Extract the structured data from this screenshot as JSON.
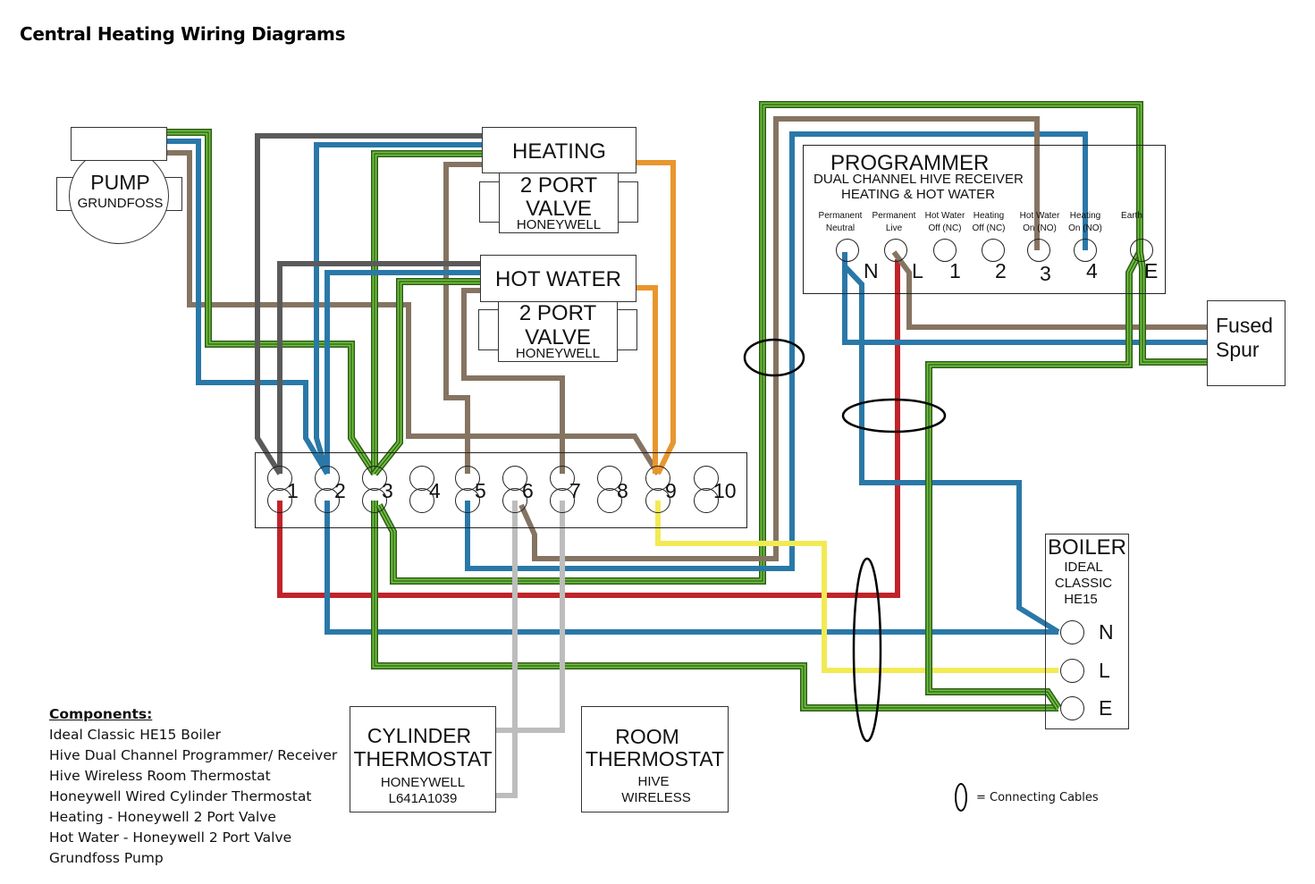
{
  "title": "Central Heating Wiring Diagrams",
  "pump": {
    "title": "PUMP",
    "brand": "GRUNDFOSS"
  },
  "heating_valve": {
    "title": "HEATING",
    "line1": "2 PORT",
    "line2": "VALVE",
    "brand": "HONEYWELL"
  },
  "hotwater_valve": {
    "title": "HOT WATER",
    "line1": "2 PORT",
    "line2": "VALVE",
    "brand": "HONEYWELL"
  },
  "programmer": {
    "title": "PROGRAMMER",
    "subtitle1": "DUAL CHANNEL HIVE RECEIVER",
    "subtitle2": "HEATING & HOT WATER",
    "terminals": [
      {
        "desc1": "Permanent",
        "desc2": "Neutral",
        "mark": "N"
      },
      {
        "desc1": "Permanent",
        "desc2": "Live",
        "mark": "L"
      },
      {
        "desc1": "Hot Water",
        "desc2": "Off (NC)",
        "mark": "1"
      },
      {
        "desc1": "Heating",
        "desc2": "Off (NC)",
        "mark": "2"
      },
      {
        "desc1": "Hot Water",
        "desc2": "On  (NO)",
        "mark": "3"
      },
      {
        "desc1": "Heating",
        "desc2": "On  (NO)",
        "mark": "4"
      },
      {
        "desc1": "Earth",
        "desc2": "",
        "mark": "E"
      }
    ]
  },
  "fused_spur": {
    "line1": "Fused",
    "line2": "Spur"
  },
  "junction_box": {
    "terminals": [
      "1",
      "2",
      "3",
      "4",
      "5",
      "6",
      "7",
      "8",
      "9",
      "10"
    ]
  },
  "boiler": {
    "title": "BOILER",
    "line1": "IDEAL",
    "line2": "CLASSIC",
    "line3": "HE15",
    "terminals": [
      "N",
      "L",
      "E"
    ]
  },
  "cylinder_thermostat": {
    "line1": "CYLINDER",
    "line2": "THERMOSTAT",
    "brand": "HONEYWELL",
    "model": "L641A1039"
  },
  "room_thermostat": {
    "line1": "ROOM",
    "line2": "THERMOSTAT",
    "brand": "HIVE",
    "type": "WIRELESS"
  },
  "components": {
    "heading": "Components:",
    "items": [
      "Ideal Classic HE15 Boiler",
      "Hive Dual Channel Programmer/ Receiver",
      "Hive Wireless Room Thermostat",
      "Honeywell Wired Cylinder Thermostat",
      "Heating - Honeywell 2 Port Valve",
      "Hot Water - Honeywell 2 Port Valve",
      "Grundfoss Pump"
    ]
  },
  "legend": {
    "text": "=  Connecting Cables"
  },
  "wire_colors": {
    "grey": "#5a5a5a",
    "blue": "#2a78a8",
    "brown": "#857462",
    "earth_green": "#6cc23a",
    "earth_dark": "#2f5a1a",
    "orange": "#e8962e",
    "red": "#c0242a",
    "yellow": "#f2ea55",
    "light_grey": "#bdbdbd"
  }
}
